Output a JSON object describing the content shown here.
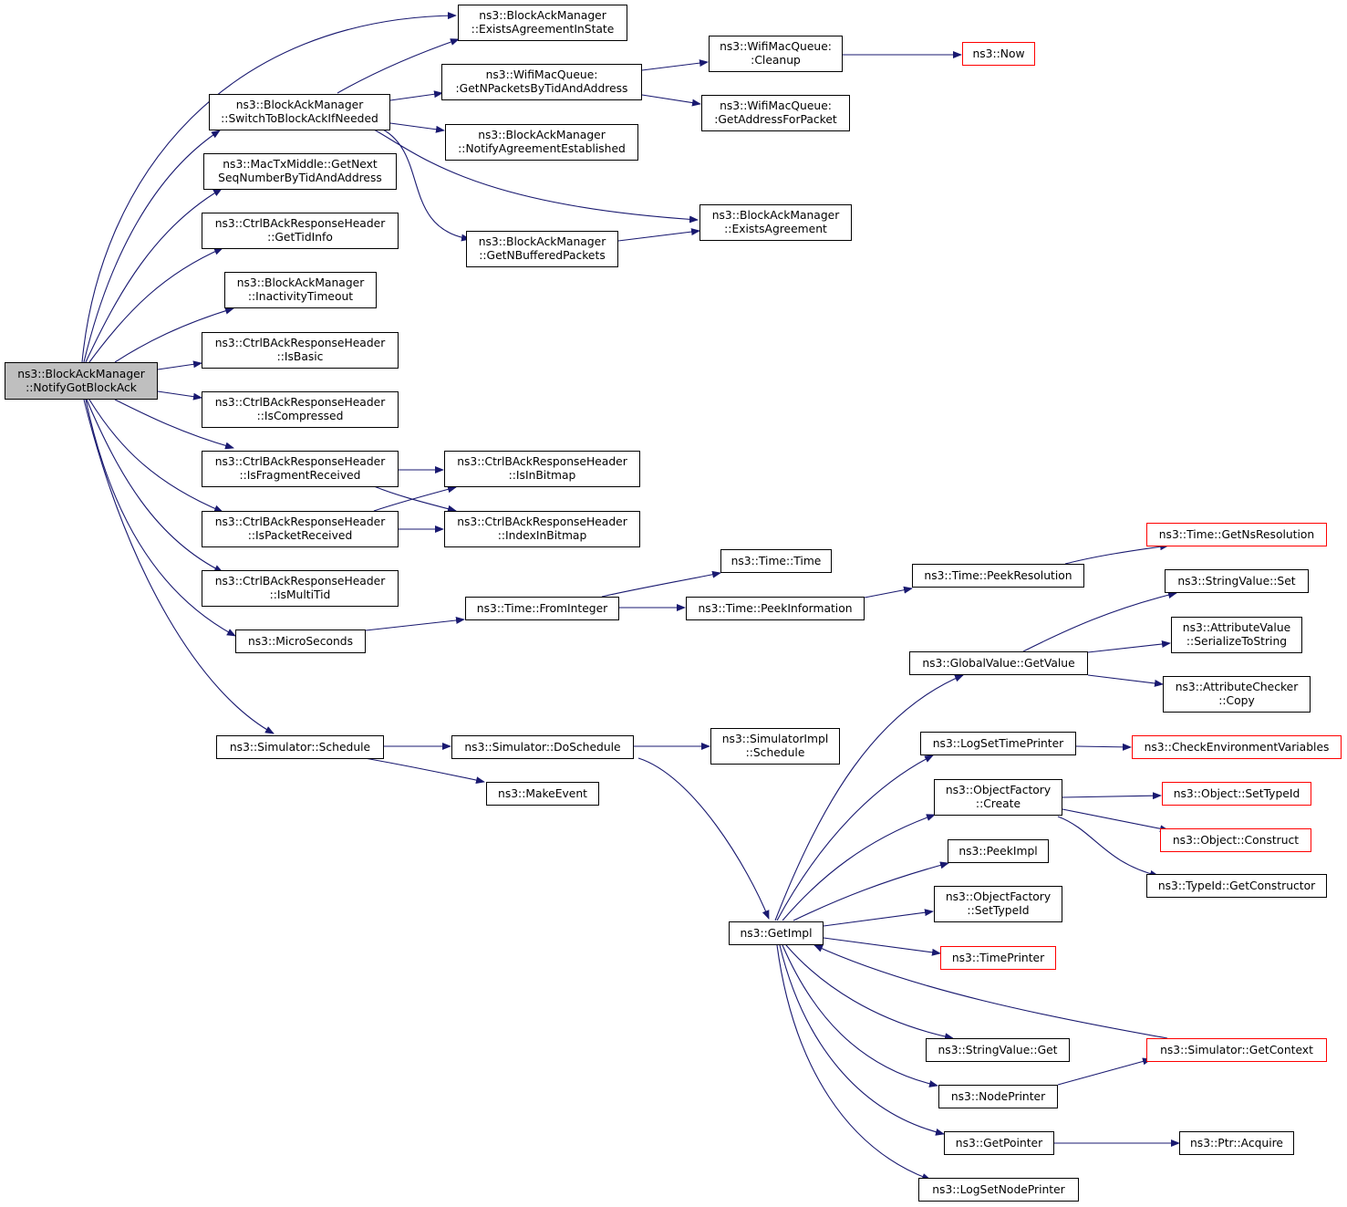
{
  "colors": {
    "edge": "#191970",
    "border": "#000000",
    "truncated_border": "#ff0000",
    "root_fill": "#bfbfbf"
  },
  "nodes": {
    "root": [
      "ns3::BlockAckManager",
      "::NotifyGotBlockAck"
    ],
    "bam_exists_in_state": [
      "ns3::BlockAckManager",
      "::ExistsAgreementInState"
    ],
    "bam_switch": [
      "ns3::BlockAckManager",
      "::SwitchToBlockAckIfNeeded"
    ],
    "mactx_getnext": [
      "ns3::MacTxMiddle::GetNext",
      "SeqNumberByTidAndAddress"
    ],
    "cbar_gettid": [
      "ns3::CtrlBAckResponseHeader",
      "::GetTidInfo"
    ],
    "bam_inactivity": [
      "ns3::BlockAckManager",
      "::InactivityTimeout"
    ],
    "cbar_isbasic": [
      "ns3::CtrlBAckResponseHeader",
      "::IsBasic"
    ],
    "cbar_iscompressed": [
      "ns3::CtrlBAckResponseHeader",
      "::IsCompressed"
    ],
    "cbar_isfragment": [
      "ns3::CtrlBAckResponseHeader",
      "::IsFragmentReceived"
    ],
    "cbar_ispacket": [
      "ns3::CtrlBAckResponseHeader",
      "::IsPacketReceived"
    ],
    "cbar_ismultitid": [
      "ns3::CtrlBAckResponseHeader",
      "::IsMultiTid"
    ],
    "microseconds": [
      "ns3::MicroSeconds"
    ],
    "sim_schedule": [
      "ns3::Simulator::Schedule"
    ],
    "wmq_getnpackets": [
      "ns3::WifiMacQueue:",
      ":GetNPacketsByTidAndAddress"
    ],
    "bam_notifyest": [
      "ns3::BlockAckManager",
      "::NotifyAgreementEstablished"
    ],
    "bam_getnbuffered": [
      "ns3::BlockAckManager",
      "::GetNBufferedPackets"
    ],
    "cbar_isinbitmap": [
      "ns3::CtrlBAckResponseHeader",
      "::IsInBitmap"
    ],
    "cbar_indexinbitmap": [
      "ns3::CtrlBAckResponseHeader",
      "::IndexInBitmap"
    ],
    "time_frominteger": [
      "ns3::Time::FromInteger"
    ],
    "sim_doschedule": [
      "ns3::Simulator::DoSchedule"
    ],
    "makeevent": [
      "ns3::MakeEvent"
    ],
    "wmq_cleanup": [
      "ns3::WifiMacQueue:",
      ":Cleanup"
    ],
    "wmq_getaddress": [
      "ns3::WifiMacQueue:",
      ":GetAddressForPacket"
    ],
    "bam_exists": [
      "ns3::BlockAckManager",
      "::ExistsAgreement"
    ],
    "time_time": [
      "ns3::Time::Time"
    ],
    "time_peekinfo": [
      "ns3::Time::PeekInformation"
    ],
    "simimpl_schedule": [
      "ns3::SimulatorImpl",
      "::Schedule"
    ],
    "getimpl": [
      "ns3::GetImpl"
    ],
    "now": [
      "ns3::Now"
    ],
    "time_peekres": [
      "ns3::Time::PeekResolution"
    ],
    "gv_getvalue": [
      "ns3::GlobalValue::GetValue"
    ],
    "log_settimeprinter": [
      "ns3::LogSetTimePrinter"
    ],
    "of_create": [
      "ns3::ObjectFactory",
      "::Create"
    ],
    "peekimpl": [
      "ns3::PeekImpl"
    ],
    "of_settypeid": [
      "ns3::ObjectFactory",
      "::SetTypeId"
    ],
    "timeprinter": [
      "ns3::TimePrinter"
    ],
    "stringvalue_get": [
      "ns3::StringValue::Get"
    ],
    "nodeprinter": [
      "ns3::NodePrinter"
    ],
    "getpointer": [
      "ns3::GetPointer"
    ],
    "log_setnodeprinter": [
      "ns3::LogSetNodePrinter"
    ],
    "time_getnsres": [
      "ns3::Time::GetNsResolution"
    ],
    "stringvalue_set": [
      "ns3::StringValue::Set"
    ],
    "av_serialize": [
      "ns3::AttributeValue",
      "::SerializeToString"
    ],
    "ac_copy": [
      "ns3::AttributeChecker",
      "::Copy"
    ],
    "checkenv": [
      "ns3::CheckEnvironmentVariables"
    ],
    "object_settypeid": [
      "ns3::Object::SetTypeId"
    ],
    "object_construct": [
      "ns3::Object::Construct"
    ],
    "typeid_getconstructor": [
      "ns3::TypeId::GetConstructor"
    ],
    "sim_getcontext": [
      "ns3::Simulator::GetContext"
    ],
    "ptr_acquire": [
      "ns3::Ptr::Acquire"
    ]
  }
}
